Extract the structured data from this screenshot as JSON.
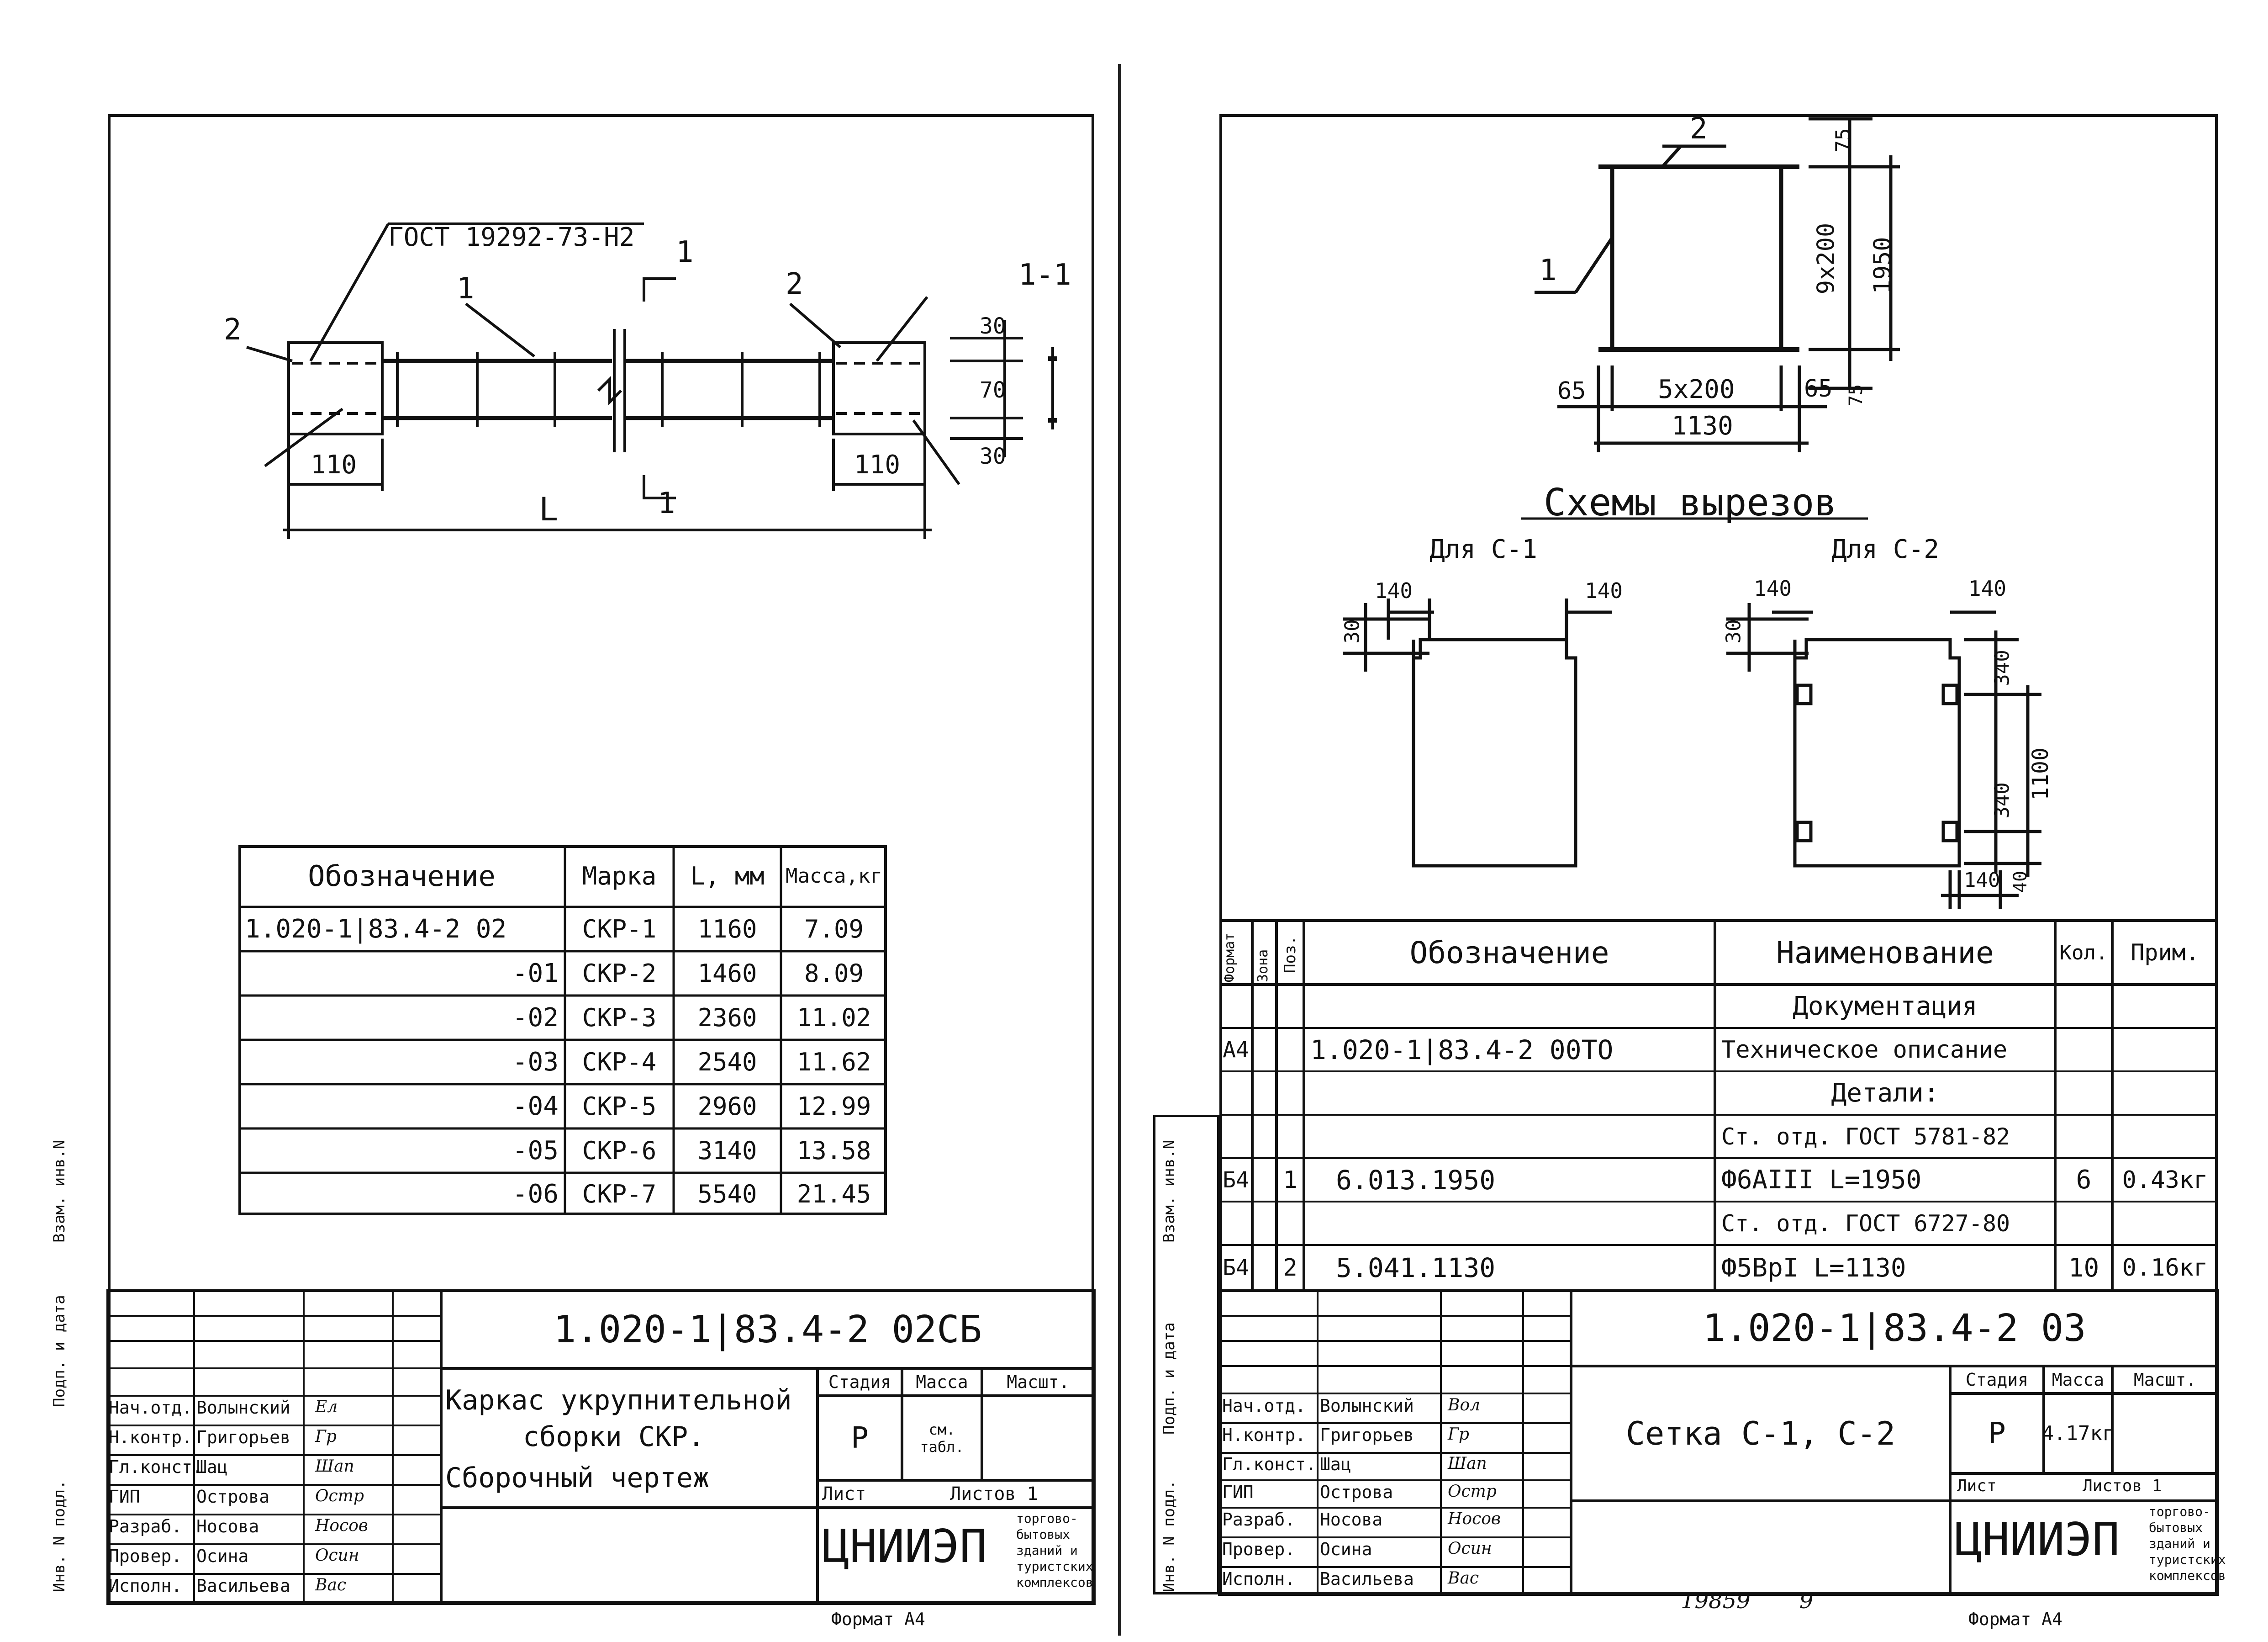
{
  "footer": {
    "stamp_number": "19859",
    "page_number": "9"
  },
  "left_sheet": {
    "section_label": "1-1",
    "callout_gost": "ГОСТ 19292-73-Н2",
    "callouts": [
      "1",
      "2",
      "2",
      "1",
      "1"
    ],
    "dims": {
      "left_width": "110",
      "right_width": "110",
      "length": "L",
      "d30a": "30",
      "d70": "70",
      "d30b": "30"
    },
    "spec_headers": [
      "Обозначение",
      "Марка",
      "L, мм",
      "Масса,кг"
    ],
    "spec_rows": [
      {
        "code": "1.020-1|83.4-2 02",
        "mark": "СКР-1",
        "length": "1160",
        "mass": "7.09"
      },
      {
        "code": "-01",
        "mark": "СКР-2",
        "length": "1460",
        "mass": "8.09"
      },
      {
        "code": "-02",
        "mark": "СКР-3",
        "length": "2360",
        "mass": "11.02"
      },
      {
        "code": "-03",
        "mark": "СКР-4",
        "length": "2540",
        "mass": "11.62"
      },
      {
        "code": "-04",
        "mark": "СКР-5",
        "length": "2960",
        "mass": "12.99"
      },
      {
        "code": "-05",
        "mark": "СКР-6",
        "length": "3140",
        "mass": "13.58"
      },
      {
        "code": "-06",
        "mark": "СКР-7",
        "length": "5540",
        "mass": "21.45"
      }
    ],
    "title_block": {
      "doc_code": "1.020-1|83.4-2 02СБ",
      "title": [
        "Каркас укрупнительной",
        "сборки СКР.",
        "Сборочный чертеж"
      ],
      "headers": [
        "Стадия",
        "Масса",
        "Масшт."
      ],
      "stage": "Р",
      "mass": "см. табл.",
      "sheet_label": "Лист",
      "sheets_label": "Листов 1",
      "org": "ЦНИИЭП",
      "org_sub": [
        "торгово-",
        "бытовых",
        "зданий и",
        "туристских",
        "комплексов"
      ],
      "roles": [
        "Нач.отд.",
        "Н.контр.",
        "Гл.конст.",
        "ГИП",
        "Разраб.",
        "Провер.",
        "Исполн."
      ],
      "names": [
        "Волынский",
        "Григорьев",
        "Шац",
        "Острова",
        "Носова",
        "Осина",
        "Васильева"
      ],
      "signatures": [
        "Ел",
        "Гр",
        "Шап",
        "Остр",
        "Носов",
        "Осин",
        "Вас"
      ]
    },
    "format": "Формат А4"
  },
  "right_sheet": {
    "mesh_dims": {
      "top": "75",
      "mid": "9x200",
      "total_h": "1950",
      "left": "65",
      "mid_w": "5x200",
      "right": "65",
      "total_w": "1130",
      "bottom": "75"
    },
    "mesh_callouts": [
      "2",
      "1"
    ],
    "cutouts_title": "Схемы вырезов",
    "for_c1": "Для С-1",
    "for_c2": "Для С-2",
    "c1_dims": [
      "140",
      "140",
      "30"
    ],
    "c2_dims": [
      "140",
      "140",
      "30",
      "340",
      "1100",
      "340",
      "140",
      "40"
    ],
    "spec_headers": [
      "Формат",
      "Зона",
      "Поз.",
      "Обозначение",
      "Наименование",
      "Кол.",
      "Прим."
    ],
    "spec_rows": [
      {
        "fmt": "",
        "zone": "",
        "pos": "",
        "code": "",
        "name": "Документация",
        "qty": "",
        "note": ""
      },
      {
        "fmt": "А4",
        "zone": "",
        "pos": "",
        "code": "1.020-1|83.4-2 00ТО",
        "name": "Техническое описание",
        "qty": "",
        "note": ""
      },
      {
        "fmt": "",
        "zone": "",
        "pos": "",
        "code": "",
        "name": "Детали:",
        "qty": "",
        "note": ""
      },
      {
        "fmt": "",
        "zone": "",
        "pos": "",
        "code": "",
        "name": "Ст. отд. ГОСТ 5781-82",
        "qty": "",
        "note": ""
      },
      {
        "fmt": "Б4",
        "zone": "",
        "pos": "1",
        "code": "6.013.1950",
        "name": "Ф6АIII L=1950",
        "qty": "6",
        "note": "0.43кг"
      },
      {
        "fmt": "",
        "zone": "",
        "pos": "",
        "code": "",
        "name": "Ст. отд. ГОСТ 6727-80",
        "qty": "",
        "note": ""
      },
      {
        "fmt": "Б4",
        "zone": "",
        "pos": "2",
        "code": "5.041.1130",
        "name": "Ф5ВрI L=1130",
        "qty": "10",
        "note": "0.16кг"
      }
    ],
    "title_block": {
      "doc_code": "1.020-1|83.4-2 03",
      "title": "Сетка С-1, С-2",
      "headers": [
        "Стадия",
        "Масса",
        "Масшт."
      ],
      "stage": "Р",
      "mass": "4.17кг",
      "sheet_label": "Лист",
      "sheets_label": "Листов 1",
      "org": "ЦНИИЭП",
      "org_sub": [
        "торгово-",
        "бытовых",
        "зданий и",
        "туристских",
        "комплексов"
      ],
      "roles": [
        "Нач.отд.",
        "Н.контр.",
        "Гл.конст.",
        "ГИП",
        "Разраб.",
        "Провер.",
        "Исполн."
      ],
      "names": [
        "Волынский",
        "Григорьев",
        "Шац",
        "Острова",
        "Носова",
        "Осина",
        "Васильева"
      ],
      "signatures": [
        "Вол",
        "Гр",
        "Шап",
        "Остр",
        "Носов",
        "Осин",
        "Вас"
      ]
    },
    "format": "Формат А4"
  },
  "side_labels": [
    "Инв. N подл.",
    "Подп. и дата",
    "Взам. инв.N"
  ]
}
